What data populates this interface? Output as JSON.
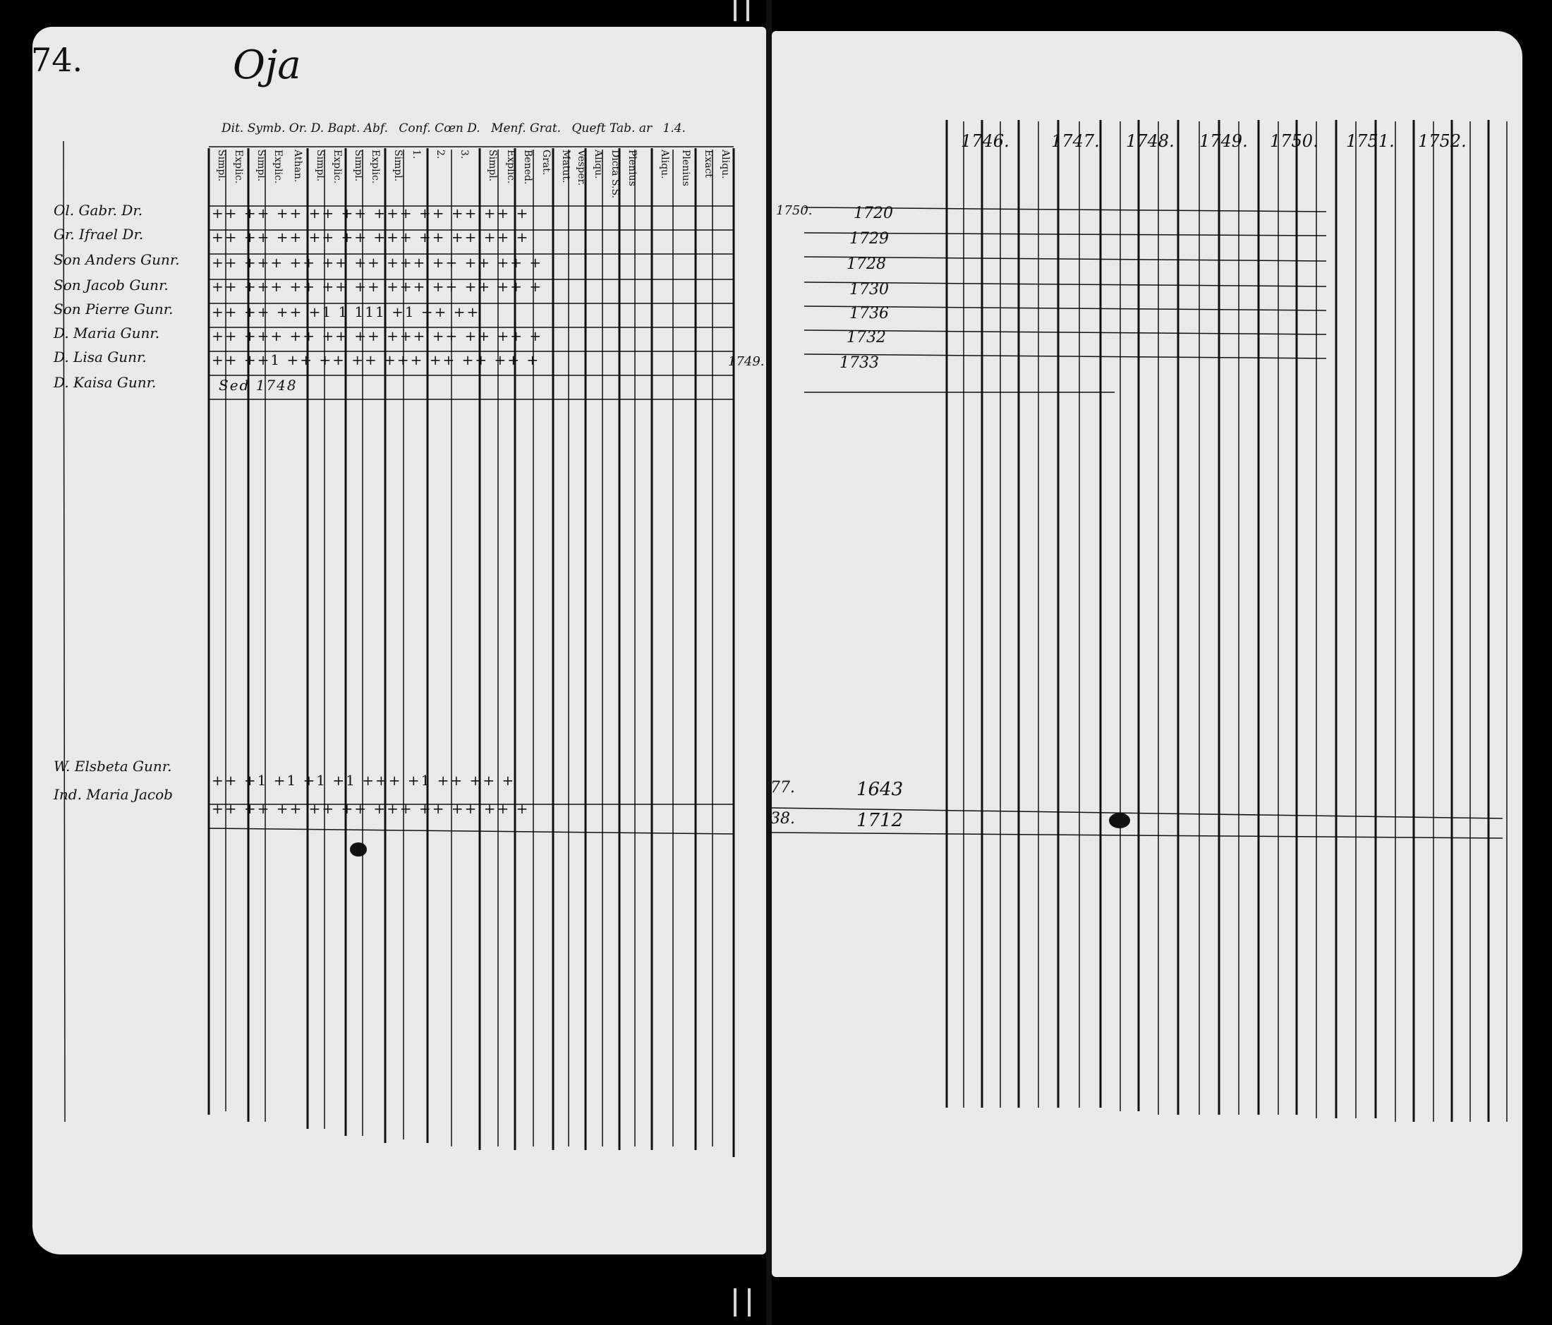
{
  "page": {
    "number": "74.",
    "parish": "Oja"
  },
  "header": {
    "groups": [
      "Dit. Symb. Or. D. Bapt. Abf.",
      "Conf. Cœn D.",
      "Menf. Grat.",
      "Queft Tab. ar",
      "1.4."
    ],
    "columns": [
      "Simpl.",
      "Explic.",
      "Simpl.",
      "Explic.",
      "Athan.",
      "Simpl.",
      "Explic.",
      "Simpl.",
      "Explic.",
      "Simpl.",
      "1.",
      "2.",
      "3.",
      "Simpl.",
      "Explic.",
      "Bened.",
      "Grat.",
      "Matut.",
      "Vesper.",
      "Aliqu.",
      "Dicta S.S.",
      "Plenius",
      "Aliqu.",
      "Plenius",
      "Exact",
      "Aliqu."
    ]
  },
  "years": [
    "1746.",
    "1747.",
    "1748.",
    "1749.",
    "1750.",
    "1751.",
    "1752."
  ],
  "rows": [
    {
      "name": "Ol. Gabr. Dr.",
      "marks": "++ ++ ++ ++ ++ +++ ++ ++ ++ +",
      "birth": "1720",
      "remark": "1750."
    },
    {
      "name": "Gr. Ifrael Dr.",
      "marks": "++ ++ ++ ++ ++ +++ ++ ++ ++ +",
      "birth": "1729",
      "remark": ""
    },
    {
      "name": "Son Anders Gunr.",
      "marks": "++ +++ ++ ++ ++ +++ ++ ++ ++ +",
      "birth": "1728",
      "remark": ""
    },
    {
      "name": "Son Jacob Gunr.",
      "marks": "++ +++ ++ ++ ++ +++ ++ ++ ++ +",
      "birth": "1730",
      "remark": ""
    },
    {
      "name": "Son Pierre Gunr.",
      "marks": "++ ++ ++ +1 1 111 +1 ++ ++",
      "birth": "1736",
      "remark": ""
    },
    {
      "name": "D. Maria Gunr.",
      "marks": "++ +++ ++ ++ ++ +++ ++ ++ ++ +",
      "birth": "1732",
      "remark": ""
    },
    {
      "name": "D. Lisa Gunr.",
      "marks": "++ ++1 ++ ++ ++ +++ ++ ++ ++ +",
      "birth": "1733",
      "remark": "1749."
    },
    {
      "name": "D. Kaisa Gunr.",
      "marks": "Sed 1748",
      "birth": "",
      "remark": ""
    }
  ],
  "lower_rows": [
    {
      "name": "W. Elsbeta Gunr.",
      "marks": "++ +1 +1 +1 +1 +++ +1 ++ ++ +",
      "birth": "1643",
      "count": "77."
    },
    {
      "name": "Ind. Maria Jacob",
      "marks": "++ ++ ++ ++ ++ +++ ++ ++ ++ +",
      "birth": "1712",
      "count": "38."
    }
  ]
}
